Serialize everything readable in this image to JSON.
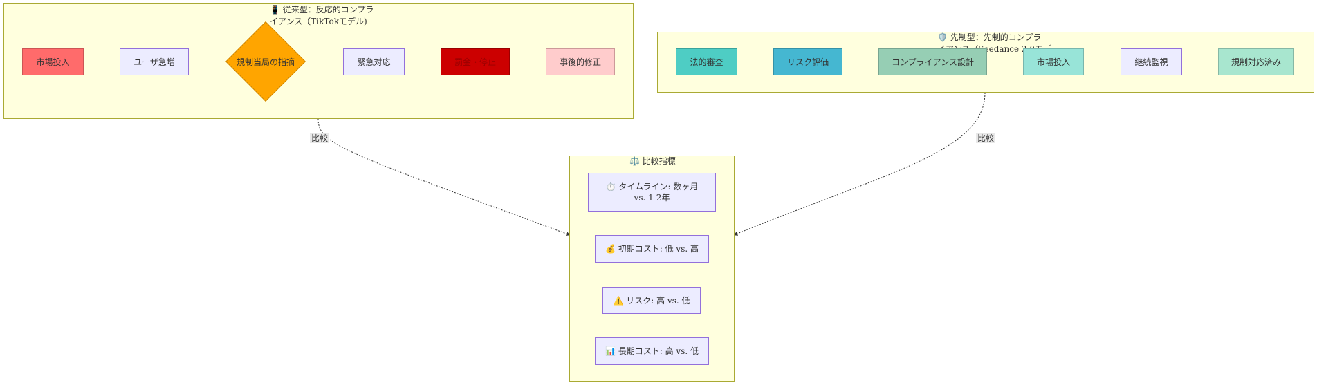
{
  "reactive": {
    "title_line1": "📱 従来型：反応的コンプラ",
    "title_line2": "イアンス（TikTokモデル)",
    "nodes": {
      "market": "市場投入",
      "users": "ユーザ急増",
      "regulator": "規制当局の指摘",
      "emergency": "緊急対応",
      "suspend": "罰金・停止",
      "fix": "事後的修正"
    }
  },
  "proactive": {
    "title_line1": "🛡️ 先制型：先制的コンプラ",
    "title_line2": "イアンス（Seedance 2.0モデ",
    "nodes": {
      "legal": "法的審査",
      "risk": "リスク評価",
      "design": "コンプライアンス設計",
      "market": "市場投入",
      "monitor": "継続監視",
      "done": "規制対応済み"
    }
  },
  "comparison": {
    "title": "⚖️ 比較指標",
    "timeline_line1": "⏱️ タイムライン: 数ヶ月",
    "timeline_line2": "vs. 1-2年",
    "initial_cost": "💰 初期コスト: 低 vs. 高",
    "risk": "⚠️ リスク: 高 vs. 低",
    "long_cost": "📊 長期コスト: 高 vs. 低"
  },
  "edge_labels": {
    "left": "比較",
    "right": "比較"
  },
  "colors": {
    "market_red": "#ff6b6b",
    "regulator_orange": "#ffa500",
    "suspend_red": "#cc0000",
    "fix_pink": "#ffcccc",
    "legal_teal": "#4ecdc4",
    "risk_blue": "#45b7d1",
    "design_green": "#96ceb4",
    "market_aqua": "#98e4d8",
    "done_mint": "#a8e6cf",
    "cluster_bg": "#ffffde"
  }
}
